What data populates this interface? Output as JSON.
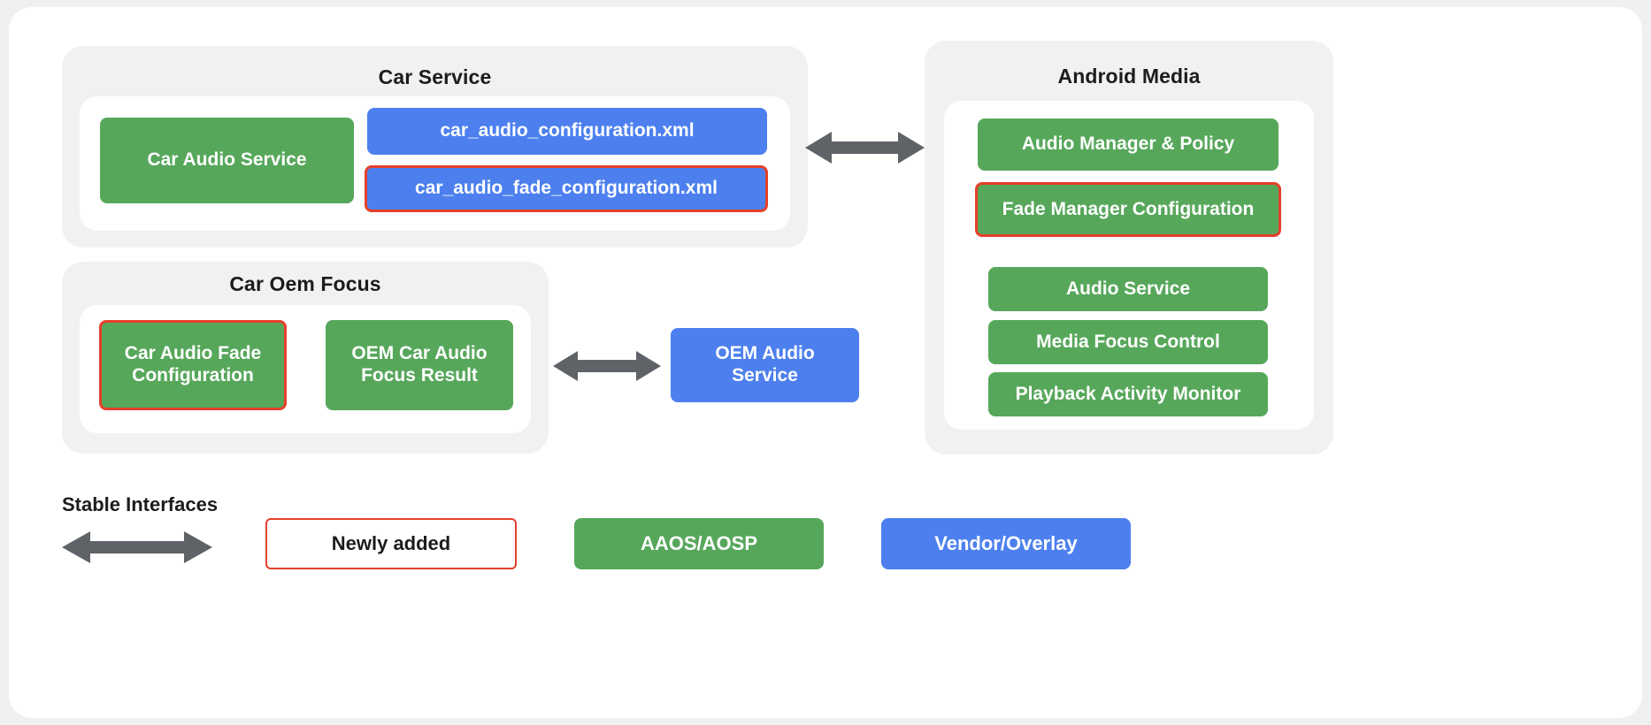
{
  "diagram": {
    "groups": [
      {
        "id": "car-service",
        "title": "Car Service",
        "nodes": [
          {
            "label": "Car Audio Service",
            "kind": "green"
          },
          {
            "label": "car_audio_configuration.xml",
            "kind": "blue"
          },
          {
            "label": "car_audio_fade_configuration.xml",
            "kind": "blue-newly"
          }
        ]
      },
      {
        "id": "car-oem-focus",
        "title": "Car Oem Focus",
        "nodes": [
          {
            "label": "Car Audio Fade Configuration",
            "kind": "green-newly"
          },
          {
            "label": "OEM Car Audio Focus Result",
            "kind": "green"
          }
        ]
      },
      {
        "id": "android-media",
        "title": "Android Media",
        "nodes": [
          {
            "label": "Audio Manager & Policy",
            "kind": "green"
          },
          {
            "label": "Fade Manager Configuration",
            "kind": "green-newly"
          },
          {
            "label": "Audio Service",
            "kind": "green"
          },
          {
            "label": "Media Focus Control",
            "kind": "green"
          },
          {
            "label": "Playback Activity Monitor",
            "kind": "green"
          }
        ]
      }
    ],
    "standalone_nodes": [
      {
        "id": "oem-audio-service",
        "label": "OEM Audio\nService",
        "line1": "OEM Audio",
        "line2": "Service",
        "kind": "blue"
      }
    ],
    "connections": [
      {
        "id": "car-service-to-android-media",
        "type": "double-arrow"
      },
      {
        "id": "car-oem-focus-to-oem-audio-service",
        "type": "double-arrow"
      }
    ]
  },
  "legend": {
    "title": "Stable Interfaces",
    "arrow_name": "double-headed-arrow",
    "items": [
      {
        "label": "Newly added",
        "kind": "outline-red"
      },
      {
        "label": "AAOS/AOSP",
        "kind": "green"
      },
      {
        "label": "Vendor/Overlay",
        "kind": "blue"
      }
    ]
  },
  "colors": {
    "green": "#57a75b",
    "blue": "#4d80ee",
    "red_outline": "#e5402b",
    "panel_gray": "#f1f1f1",
    "arrow_gray": "#5f6368",
    "page_background": "#ffffff",
    "text_dark": "#1c1c1c"
  }
}
